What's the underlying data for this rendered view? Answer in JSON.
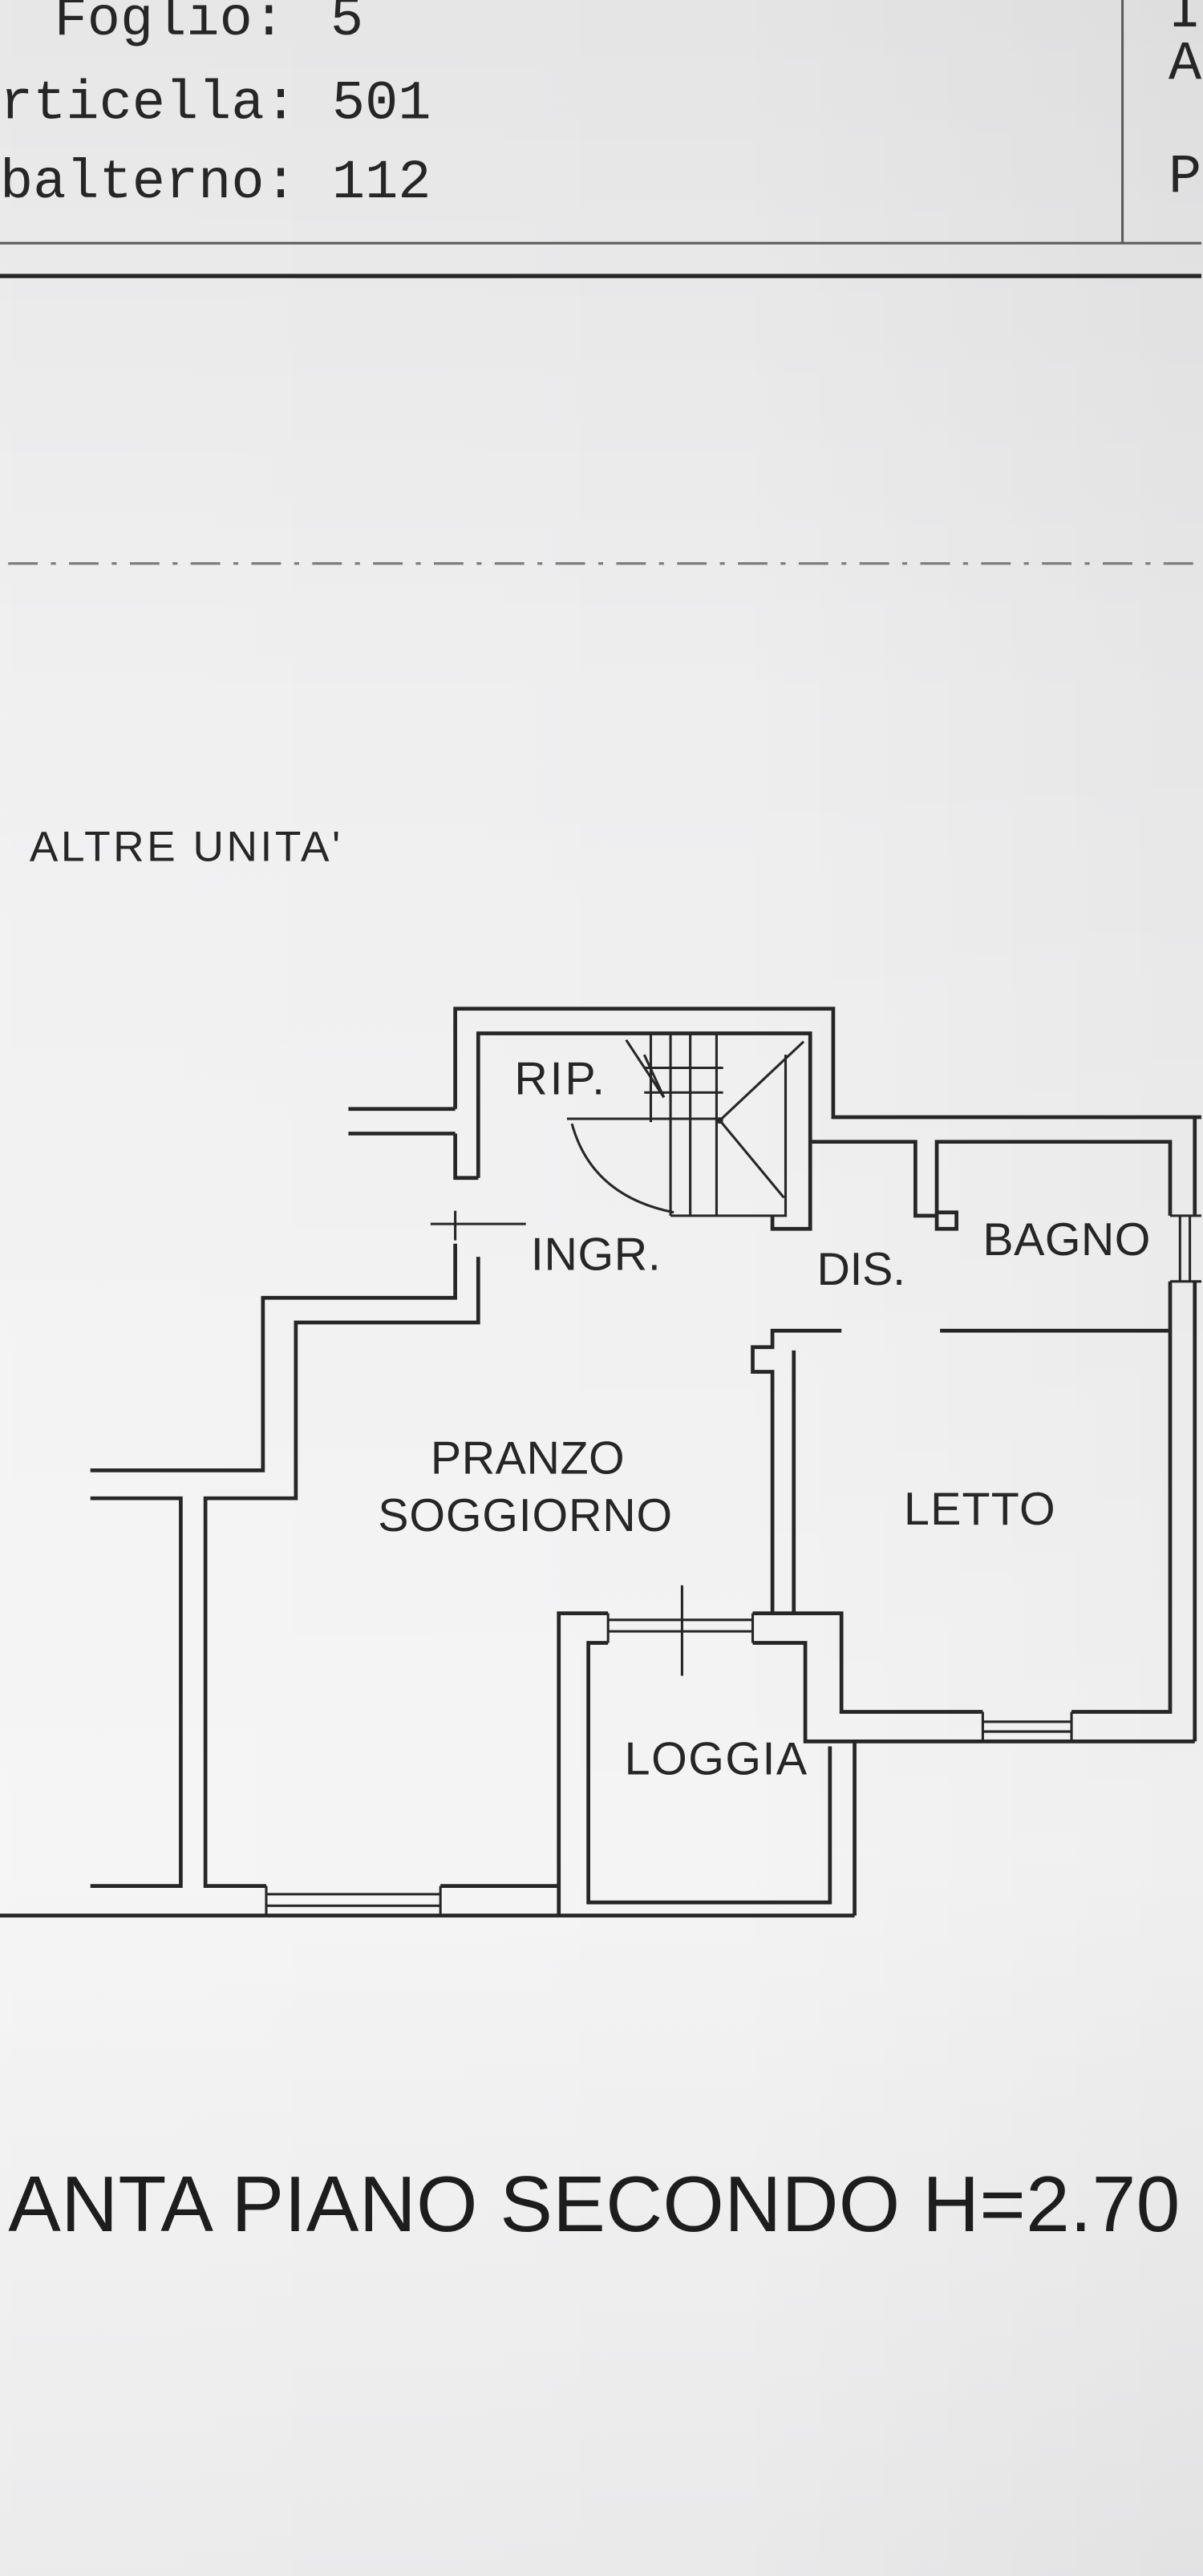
{
  "colors": {
    "paper": "#eeeeef",
    "ink": "#262626",
    "rule": "#5c5c5c",
    "dash": "#7d7d7d"
  },
  "header": {
    "sheet": {
      "label": "Foglio:",
      "value": "5"
    },
    "parcel": {
      "label": "rticella:",
      "value": "501"
    },
    "subunit": {
      "label": "balterno:",
      "value": "112"
    },
    "right_column_fragments": [
      "I",
      "A",
      "P"
    ]
  },
  "plan": {
    "adjacent_units_label": "ALTRE UNITA'",
    "rooms": {
      "ripostiglio": "RIP.",
      "ingresso": "INGR.",
      "disimpegno": "DIS.",
      "bagno": "BAGNO",
      "pranzo_soggiorno": [
        "PRANZO",
        "SOGGIORNO"
      ],
      "letto": "LETTO",
      "loggia": "LOGGIA"
    },
    "floor_title": "ANTA PIANO SECONDO H=2.70"
  }
}
